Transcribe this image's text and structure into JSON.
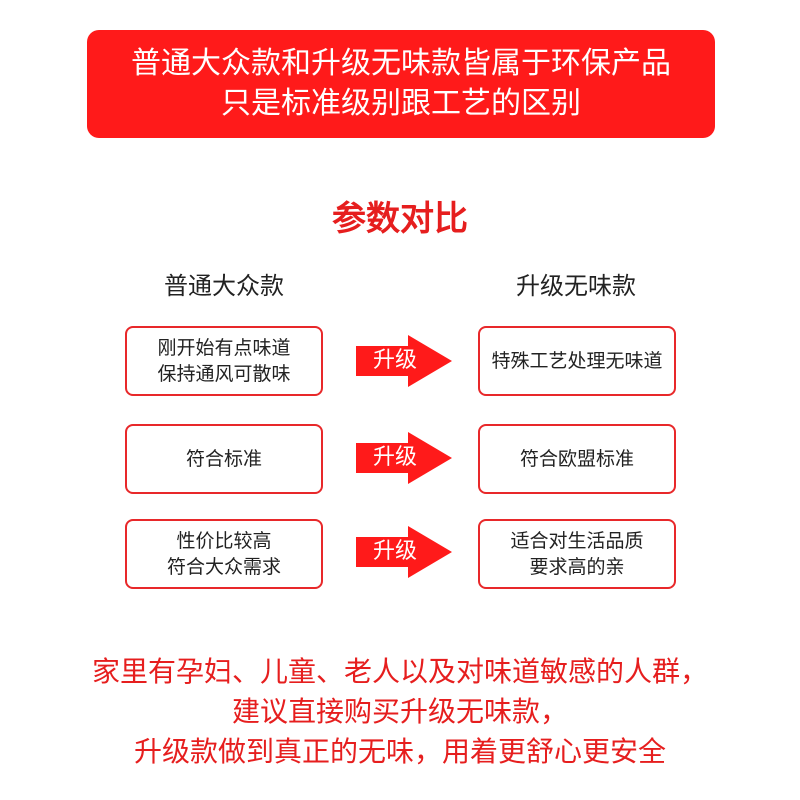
{
  "banner": {
    "line1": "普通大众款和升级无味款皆属于环保产品",
    "line2": "只是标准级别跟工艺的区别"
  },
  "section_title": "参数对比",
  "columns": {
    "left_title": "普通大众款",
    "right_title": "升级无味款"
  },
  "upgrade_label": "升级",
  "rows": [
    {
      "left": [
        "刚开始有点味道",
        "保持通风可散味"
      ],
      "right": [
        "特殊工艺处理无味道"
      ]
    },
    {
      "left": [
        "符合标准"
      ],
      "right": [
        "符合欧盟标准"
      ]
    },
    {
      "left": [
        "性价比较高",
        "符合大众需求"
      ],
      "right": [
        "适合对生活品质",
        "要求高的亲"
      ]
    }
  ],
  "footer": {
    "line1": "家里有孕妇、儿童、老人以及对味道敏感的人群，",
    "line2": "建议直接购买升级无味款，",
    "line3": "升级款做到真正的无味，用着更舒心更安全"
  },
  "colors": {
    "brand_red": "#ff1a1a",
    "text_red": "#e61e1e",
    "border_red": "#e8282a"
  }
}
